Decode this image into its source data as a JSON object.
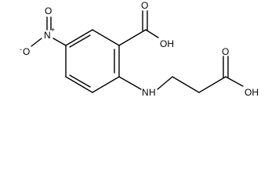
{
  "atoms": {
    "nitro_o_minus": "O",
    "nitro_o_minus_charge": "-",
    "nitro_n": "N",
    "nitro_n_charge": "+",
    "nitro_o_top": "O",
    "acid1_o": "O",
    "acid1_oh": "OH",
    "amine_nh": "N",
    "amine_h": "H",
    "acid2_o": "O",
    "acid2_oh": "OH"
  }
}
